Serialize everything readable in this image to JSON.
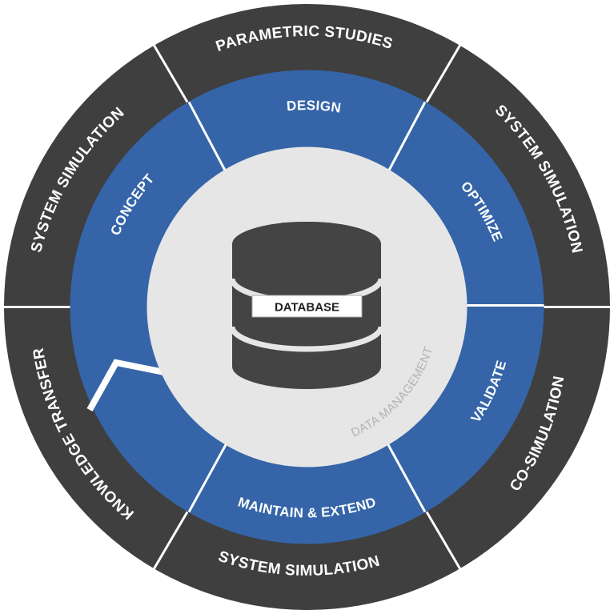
{
  "diagram": {
    "outer_ring": [
      {
        "label": "PARAMETRIC STUDIES"
      },
      {
        "label": "SYSTEM SIMULATION"
      },
      {
        "label": "CO-SIMULATION"
      },
      {
        "label": "SYSTEM SIMULATION"
      },
      {
        "label": "KNOWLEDGE TRANSFER"
      },
      {
        "label": "SYSTEM SIMULATION"
      }
    ],
    "inner_ring": [
      {
        "label": "DESIGN"
      },
      {
        "label": "OPTIMIZE"
      },
      {
        "label": "VALIDATE"
      },
      {
        "label": "MAINTAIN & EXTEND"
      },
      {
        "label": "CONCEPT"
      }
    ],
    "center": {
      "database_label": "DATABASE",
      "arc_label": "DATA MANAGEMENT",
      "icon": "database-icon"
    },
    "colors": {
      "outer": "#3f3f3f",
      "inner": "#3565a8",
      "center": "#e6e6e6",
      "database": "#444444",
      "dividers": "#ffffff",
      "arc_label": "#b3b3b3"
    }
  }
}
